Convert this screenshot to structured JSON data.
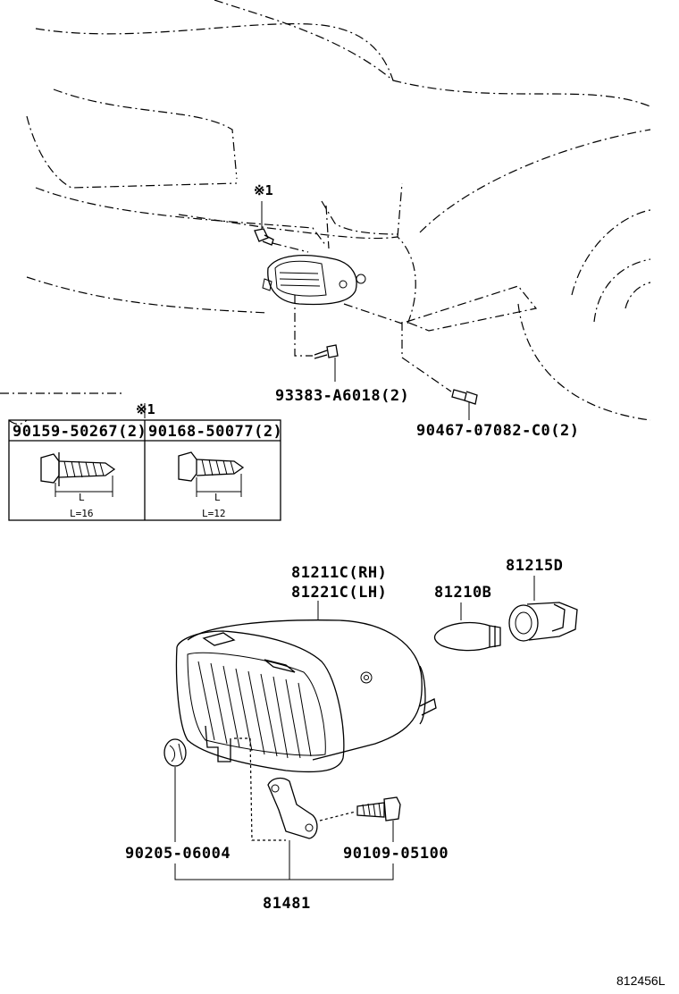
{
  "parts": {
    "p93383": "93383-A6018(2)",
    "p90467": "90467-07082-C0(2)",
    "p90159": "90159-50267(2)",
    "p90168": "90168-50077(2)",
    "p81211": "81211C(RH)",
    "p81221": "81221C(LH)",
    "p81215": "81215D",
    "p81210": "81210B",
    "p90205": "90205-06004",
    "p90109": "90109-05100",
    "p81481": "81481"
  },
  "notes": {
    "ref_mark_top": "※1",
    "ref_mark_table": "※1",
    "dim_l": "L",
    "len_left": "L=16",
    "len_right": "L=12"
  },
  "footer": {
    "diagram_code": "812456L"
  }
}
